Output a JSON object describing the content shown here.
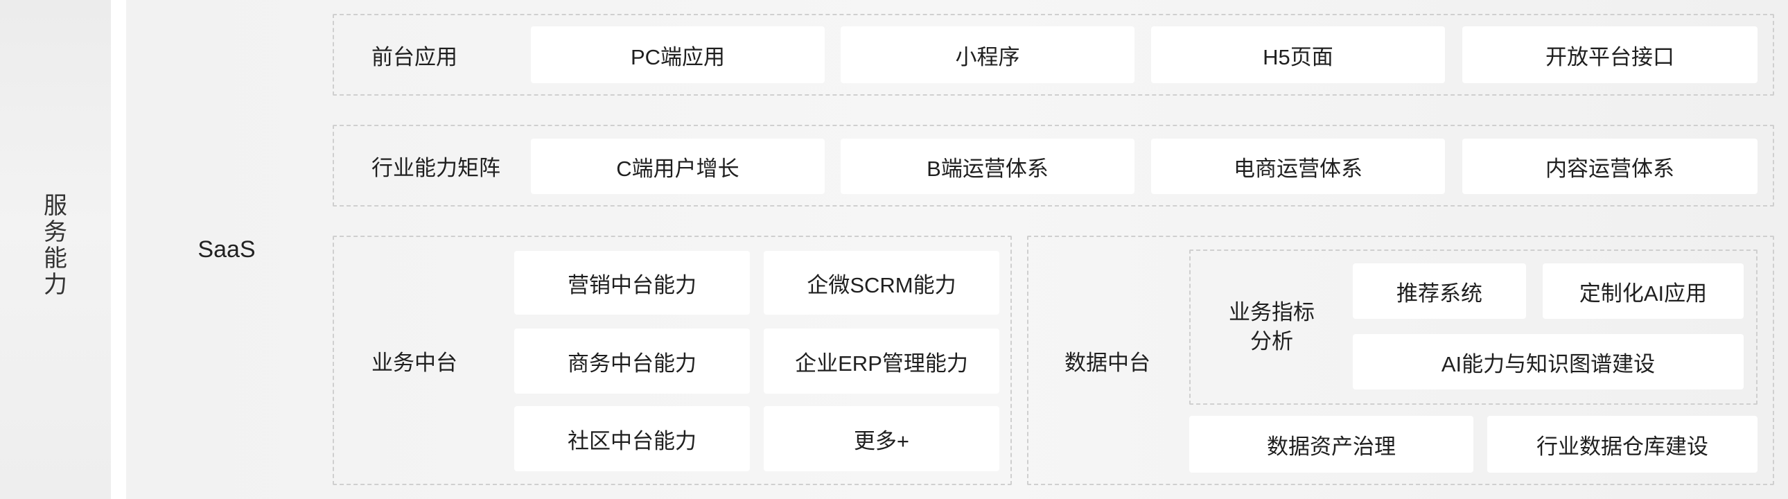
{
  "side_label": "服务能力",
  "saas_label": "SaaS",
  "row1": {
    "label": "前台应用",
    "items": [
      "PC端应用",
      "小程序",
      "H5页面",
      "开放平台接口"
    ]
  },
  "row2": {
    "label": "行业能力矩阵",
    "items": [
      "C端用户增长",
      "B端运营体系",
      "电商运营体系",
      "内容运营体系"
    ]
  },
  "business": {
    "label": "业务中台",
    "items": [
      "营销中台能力",
      "企微SCRM能力",
      "商务中台能力",
      "企业ERP管理能力",
      "社区中台能力",
      "更多+"
    ]
  },
  "data_center": {
    "label": "数据中台",
    "analysis_label_1": "业务指标",
    "analysis_label_2": "分析",
    "inner_items": [
      "推荐系统",
      "定制化AI应用",
      "AI能力与知识图谱建设"
    ],
    "bottom_items": [
      "数据资产治理",
      "行业数据仓库建设"
    ]
  }
}
